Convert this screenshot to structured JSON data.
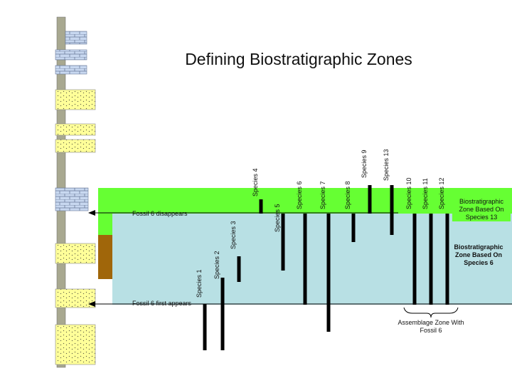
{
  "title": "Defining Biostratigraphic Zones",
  "species": [
    "Species 1",
    "Species 2",
    "Species 3",
    "Species 4",
    "Species 5",
    "Species 6",
    "Species 7",
    "Species 8",
    "Species 9",
    "Species 13",
    "Species 10",
    "Species 11",
    "Species 12"
  ],
  "annotations": {
    "fossil_disappears": "Fossil 6 disappears",
    "fossil_first_appears": "Fossil 6 first appears",
    "zone_species13": "Biostratigraphic Zone Based On Species 13",
    "zone_species6": "Biostratigraphic Zone Based On Species 6",
    "assemblage_zone": "Assemblage Zone With Fossil 6"
  },
  "colors": {
    "green_zone": "#66ff33",
    "blue_zone": "#b8e0e4",
    "brown_layer": "#a0660a",
    "sandstone": "#ffff99",
    "limestone": "#c8d8f0",
    "column_gray": "#a8a890",
    "range_bar": "#000000"
  }
}
